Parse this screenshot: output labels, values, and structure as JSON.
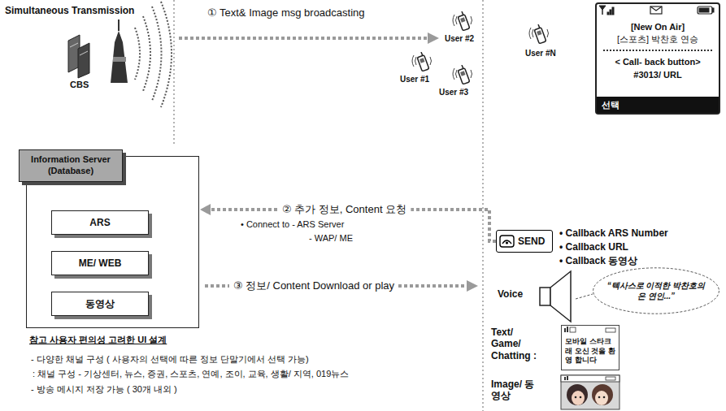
{
  "diagram": {
    "nodes": [
      {
        "text": [
          "[New On Air]",
          "[스포츠] 박찬호 연승",
          "< Call- back button>",
          "#3013/ URL",
          "선택"
        ]
      },
      {
        "text": [
          "Information Server (Database)"
        ]
      },
      {
        "text": [
          "ARS"
        ],
        "in": 1
      },
      {
        "text": [
          "ME/ WEB"
        ],
        "in": 1
      },
      {
        "text": [
          "동영상"
        ],
        "in": 1
      },
      {
        "text": [
          "SEND"
        ]
      },
      {
        "text": [
          "“텍사스로 이적한 박찬호의 은 연인...”"
        ]
      },
      {
        "text": [
          "모바일 스타크래 오신 것을 환영 합니다"
        ]
      }
    ],
    "edges": [
      {
        "from": 5,
        "to": 1,
        "label": "② 추가 정보, Content 요청",
        "arrow": "to"
      }
    ],
    "labels": [
      "Simultaneous Transmission",
      "CBS",
      "① Text& Image msg broadcasting",
      "User #2",
      "User #N",
      "User #1",
      "User #3",
      "• Connect to - ARS Server",
      "- WAP/ ME",
      "③ 정보/ Content Download or play",
      "• Callback ARS Number",
      "• Callback URL",
      "• Callback 동영상",
      "Voice",
      "Text/ Game/ Chatting :",
      "Image/ 동영상",
      "참고 사용자 편의성 고려한 UI 설계",
      "- 다양한 채널 구성 ( 사용자의 선택에 따른 정보 단말기에서 선택 가능)",
      ": 채널 구성 - 기상센터, 뉴스, 증권, 스포츠, 연예, 조이, 교육, 생활/ 지역, 019뉴스",
      "- 방송 메시지 저장 가능 ( 30개 내외 )"
    ]
  }
}
